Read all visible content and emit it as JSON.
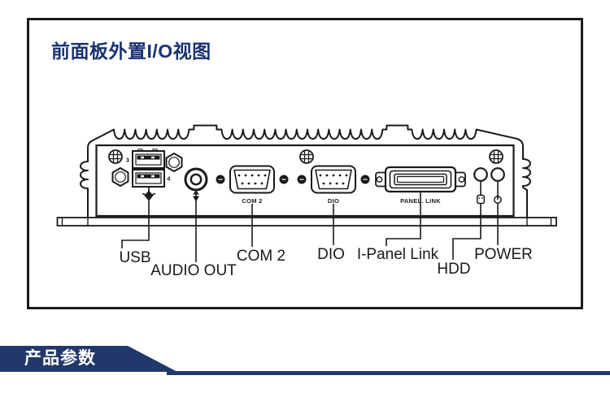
{
  "header": {
    "title": "前面板外置I/O视图"
  },
  "colors": {
    "title_navy": "#1a3274",
    "banner_navy": "#21386b",
    "line_dark": "#1a1a1a",
    "background": "#ffffff"
  },
  "diagram": {
    "silkscreen": {
      "usb_top": "3",
      "usb_bottom": "4",
      "com2": "COM 2",
      "dio": "DIO",
      "panel_link": "PANEL. LINK"
    },
    "icons": {
      "usb": "usb-trident-icon",
      "audio": "audio-out-icon",
      "hdd": "hdd-activity-icon",
      "power": "power-icon",
      "screw": "screw-head-icon",
      "nut": "hex-nut-icon"
    },
    "callouts": [
      {
        "id": "usb",
        "label": "USB"
      },
      {
        "id": "audio-out",
        "label": "AUDIO OUT"
      },
      {
        "id": "com2",
        "label": "COM 2"
      },
      {
        "id": "dio",
        "label": "DIO"
      },
      {
        "id": "i-panel-link",
        "label": "I-Panel Link"
      },
      {
        "id": "hdd",
        "label": "HDD"
      },
      {
        "id": "power",
        "label": "POWER"
      }
    ]
  },
  "footer": {
    "banner_title": "产品参数"
  }
}
